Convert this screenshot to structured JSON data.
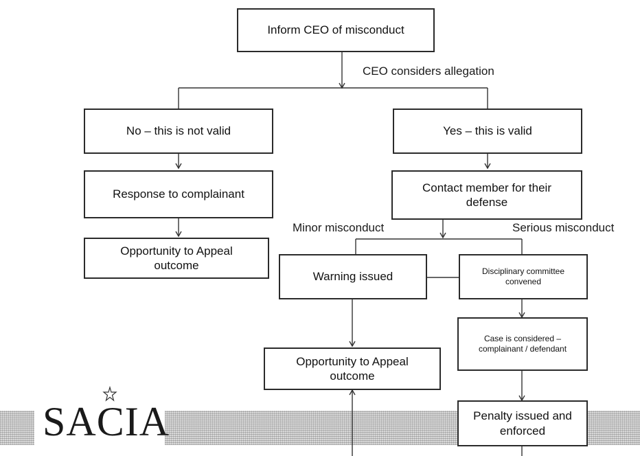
{
  "nodes": {
    "inform_ceo": "Inform CEO of misconduct",
    "not_valid": "No – this is not valid",
    "is_valid": "Yes – this is valid",
    "response": "Response to complainant",
    "contact_member": "Contact member for their defense",
    "appeal_left": "Opportunity to Appeal outcome",
    "warning": "Warning issued",
    "disciplinary": "Disciplinary committee convened",
    "case_considered": "Case is considered – complainant / defendant",
    "appeal_center": "Opportunity to Appeal outcome",
    "penalty": "Penalty issued and enforced"
  },
  "labels": {
    "ceo_considers": "CEO considers allegation",
    "minor": "Minor misconduct",
    "serious": "Serious misconduct"
  },
  "logo": {
    "text": "SACIA"
  }
}
